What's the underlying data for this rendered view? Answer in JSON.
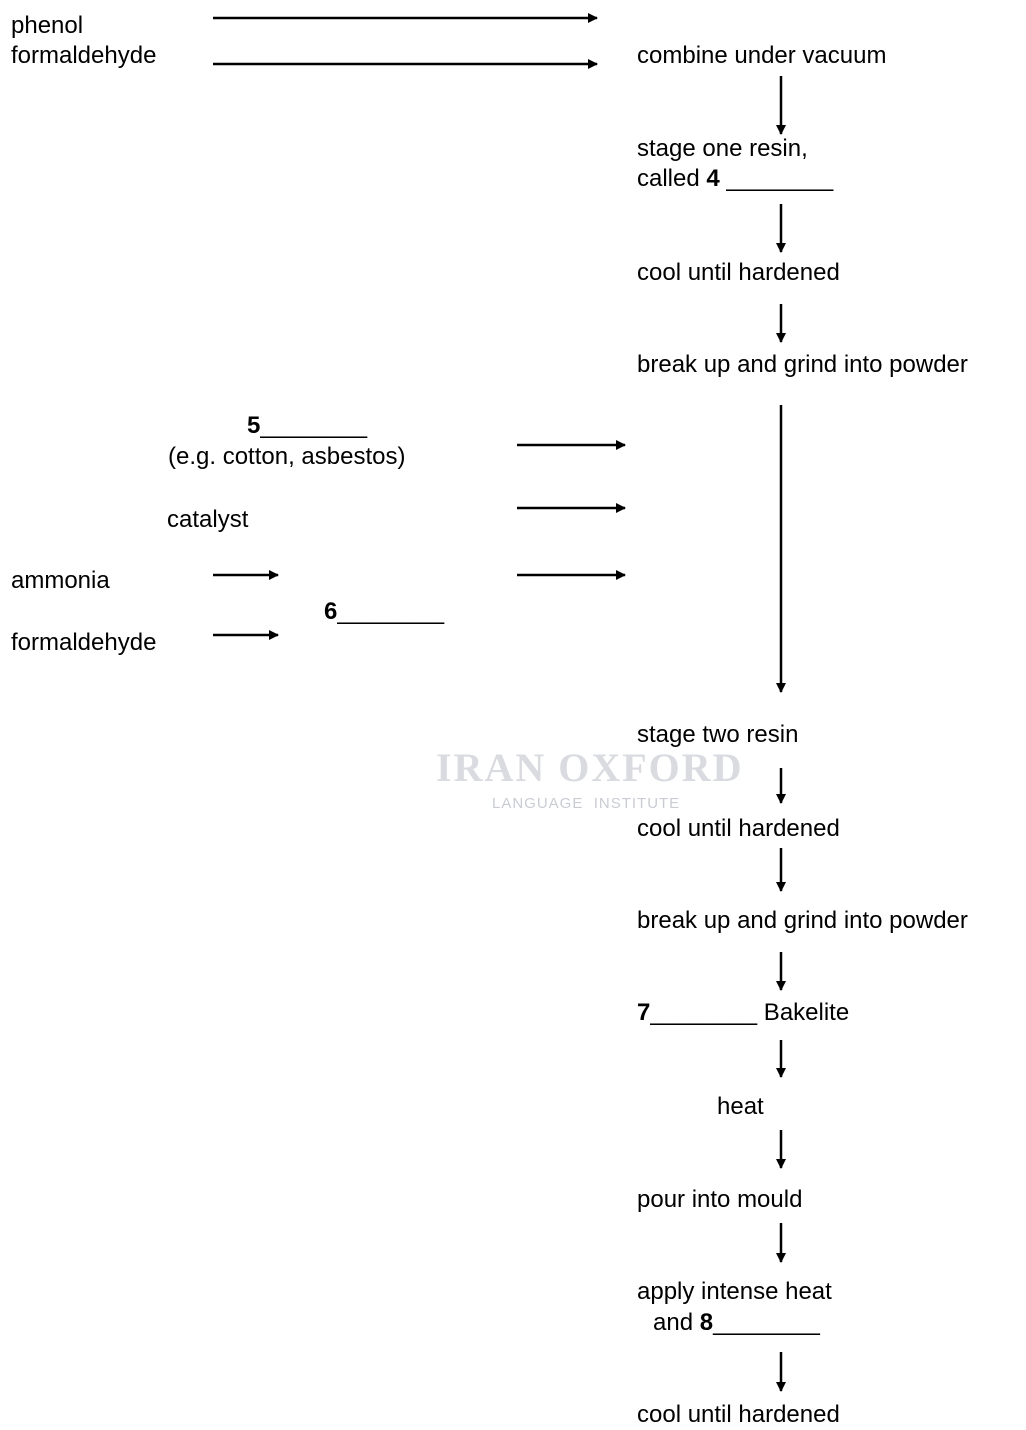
{
  "inputs_top": {
    "phenol": "phenol",
    "formaldehyde": "formaldehyde"
  },
  "steps": {
    "combine": "combine under vacuum",
    "stage_one_line1": "stage one resin,",
    "stage_one_prefix": "called ",
    "q4_num": "4",
    "q4_blank": " ________",
    "cool1": "cool until hardened",
    "grind1": "break up and grind into powder",
    "stage_two": "stage two resin",
    "cool2": "cool until hardened",
    "grind2": "break up and grind into powder",
    "q7_num": "7",
    "q7_rest": "________ Bakelite",
    "heat": "heat",
    "mould": "pour into mould",
    "intense_line1": "apply intense heat",
    "intense_prefix": "and ",
    "q8_num": "8",
    "q8_blank": "________",
    "cool3": "cool until hardened"
  },
  "inputs_mid": {
    "q5_num": "5",
    "q5_blank": "________",
    "q5_example": "(e.g. cotton, asbestos)",
    "catalyst": "catalyst",
    "ammonia": "ammonia",
    "formaldehyde": "formaldehyde",
    "q6_num": "6",
    "q6_blank": "________"
  },
  "watermark": {
    "line1": "IRAN OXFORD",
    "line2": "LANGUAGE  INSTITUTE"
  }
}
